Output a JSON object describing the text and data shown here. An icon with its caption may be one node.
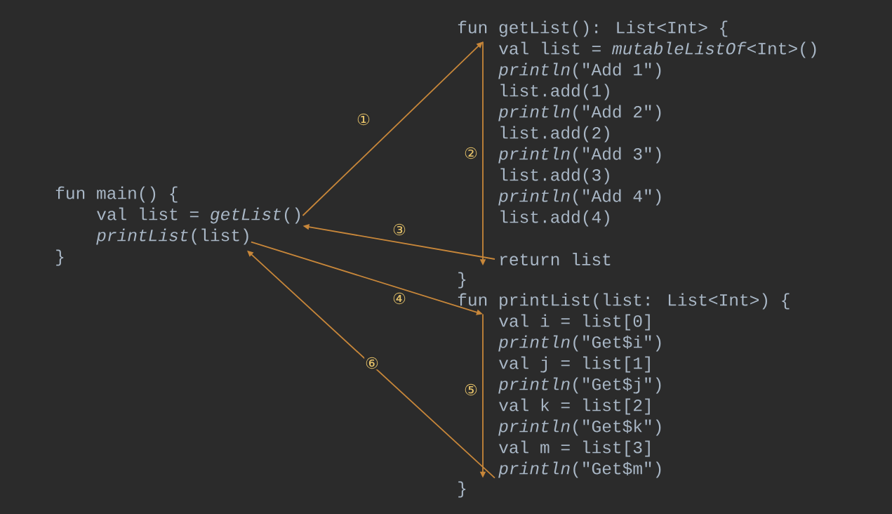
{
  "diagram": {
    "nodes": [
      {
        "text": [
          "fun main() {"
        ]
      },
      {
        "text": [
          "val list = *getList*()"
        ]
      },
      {
        "text": [
          "*printList*(list)"
        ]
      },
      {
        "text": [
          "}"
        ]
      },
      {
        "text": [
          "fun getList(): List<Int> {"
        ]
      },
      {
        "text": [
          "val list = *mutableListOf*<Int>()"
        ]
      },
      {
        "text": [
          "*println*(\"Add 1\")"
        ]
      },
      {
        "text": [
          "list.add(1)"
        ]
      },
      {
        "text": [
          "*println*(\"Add 2\")"
        ]
      },
      {
        "text": [
          "list.add(2)"
        ]
      },
      {
        "text": [
          "*println*(\"Add 3\")"
        ]
      },
      {
        "text": [
          "list.add(3)"
        ]
      },
      {
        "text": [
          "*println*(\"Add 4\")"
        ]
      },
      {
        "text": [
          "list.add(4)"
        ]
      },
      {
        "text": [
          "return list"
        ]
      },
      {
        "text": [
          "}"
        ]
      },
      {
        "text": [
          "fun printList(list: List<Int>) {"
        ]
      },
      {
        "text": [
          "val i = list[0]"
        ]
      },
      {
        "text": [
          "*println*(\"Get$i\")"
        ]
      },
      {
        "text": [
          "val j = list[1]"
        ]
      },
      {
        "text": [
          "*println*(\"Get$j\")"
        ]
      },
      {
        "text": [
          "val k = list[2]"
        ]
      },
      {
        "text": [
          "*println*(\"Get$k\")"
        ]
      },
      {
        "text": [
          "val m = list[3]"
        ]
      },
      {
        "text": [
          "*println*(\"Get$m\")"
        ]
      },
      {
        "text": [
          "}"
        ]
      }
    ],
    "edges": [
      {
        "from": 1,
        "to": 5,
        "arrow": "to",
        "label": "①"
      },
      {
        "from": 5,
        "to": 14,
        "arrow": "to",
        "label": "②"
      },
      {
        "from": 14,
        "to": 1,
        "arrow": "to",
        "label": "③"
      },
      {
        "from": 2,
        "to": 17,
        "arrow": "to",
        "label": "④"
      },
      {
        "from": 17,
        "to": 24,
        "arrow": "to",
        "label": "⑤"
      },
      {
        "from": 24,
        "to": 2,
        "arrow": "to",
        "label": "⑥"
      }
    ]
  }
}
